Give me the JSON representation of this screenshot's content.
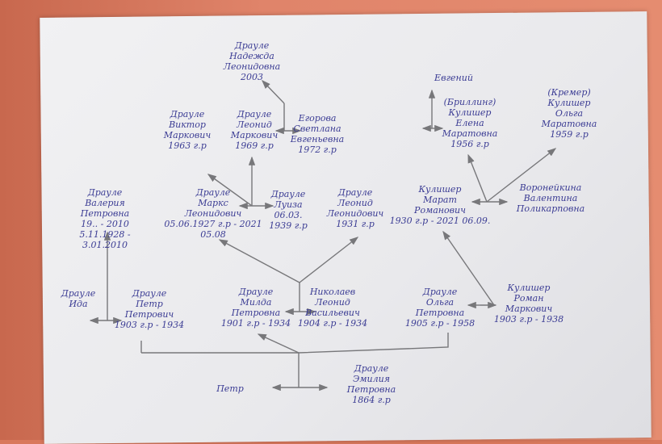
{
  "colors": {
    "background": "#d9785c",
    "paper": "#ececef",
    "ink": "#3b3c94",
    "pencil": "#77777a"
  },
  "people": {
    "nadezhda": [
      "Драуле",
      "Надежда",
      "Леонидовна",
      "2003"
    ],
    "viktor": [
      "Драуле",
      "Виктор",
      "Маркович",
      "1963 г.р"
    ],
    "leonid_m": [
      "Драуле",
      "Леонид",
      "Маркович",
      "1969 г.р"
    ],
    "egorova": [
      "Егорова",
      "Светлана",
      "Евгеньевна",
      "1972 г.р"
    ],
    "evgeny": [
      "Евгений"
    ],
    "elena": [
      "(Бриллинг)",
      "Кулишер",
      "Елена",
      "Маратовна",
      "1956 г.р"
    ],
    "olga_m": [
      "(Кремер)",
      "Кулишер",
      "Ольга",
      "Маратовна",
      "1959 г.р"
    ],
    "valeria": [
      "Драуле",
      "Валерия",
      "Петровна",
      "19.. - 2010",
      "5.11.1928 -",
      "3.01.2010"
    ],
    "marks": [
      "Драуле",
      "Маркс",
      "Леонидович",
      "05.06.1927 г.р - 2021",
      "05.08"
    ],
    "luiza": [
      "Драуле",
      "Луиза",
      "06.03.",
      "1939 г.р"
    ],
    "leonid_l": [
      "Драуле",
      "Леонид",
      "Леонидович",
      "1931 г.р"
    ],
    "marat": [
      "Кулишер",
      "Марат",
      "Романович",
      "1930 г.р - 2021 06.09."
    ],
    "voroneykina": [
      "Воронейкина",
      "Валентина",
      "Поликарповна"
    ],
    "ida": [
      "Драуле",
      "Ида"
    ],
    "petr_p": [
      "Драуле",
      "Петр",
      "Петрович",
      "1903 г.р - 1934"
    ],
    "milda": [
      "Драуле",
      "Милда",
      "Петровна",
      "1901 г.р - 1934"
    ],
    "nikolaev": [
      "Николаев",
      "Леонид",
      "Васильевич",
      "1904 г.р - 1934"
    ],
    "olga_p": [
      "Драуле",
      "Ольга",
      "Петровна",
      "1905 г.р - 1958"
    ],
    "roman": [
      "Кулишер",
      "Роман",
      "Маркович",
      "1903 г.р - 1938"
    ],
    "petr": [
      "Петр"
    ],
    "emilia": [
      "Драуле",
      "Эмилия",
      "Петровна",
      "1864 г.р"
    ]
  }
}
